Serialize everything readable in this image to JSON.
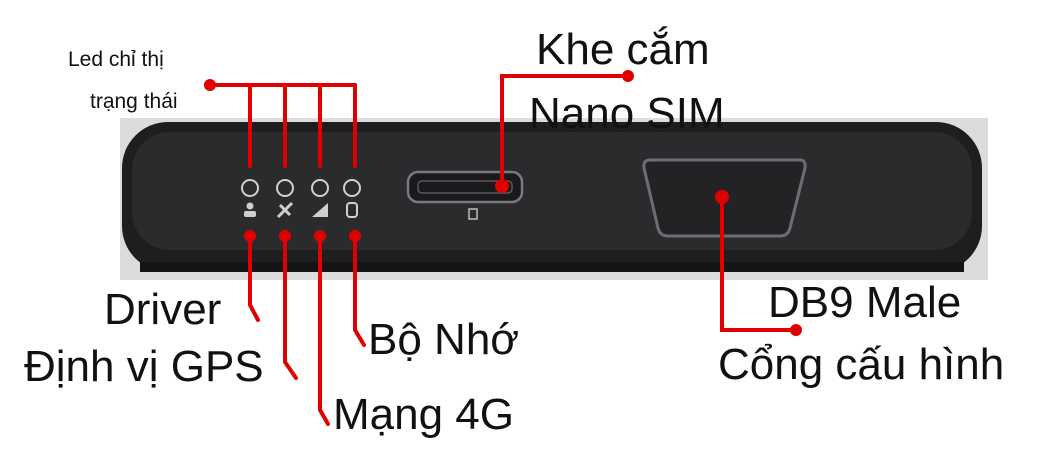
{
  "labels": {
    "led_status": [
      "Led chỉ thị",
      "trạng thái"
    ],
    "sim_slot": [
      "Khe cắm",
      "Nano SIM"
    ],
    "driver": "Driver",
    "gps": "Định vị GPS",
    "network": "Mạng 4G",
    "memory": "Bộ Nhớ",
    "db9": [
      "DB9 Male",
      "Cổng cấu hình"
    ]
  },
  "colors": {
    "callout": "#e00000",
    "device_body": "#1d1d1f",
    "device_face": "#2a2a2c",
    "background_bar": "#d9d9d9",
    "led_outline": "#cfcfcf"
  },
  "icons": {
    "led_1": "person-icon",
    "led_2": "satellite-icon",
    "led_3": "signal-bars-icon",
    "led_4": "storage-icon"
  }
}
